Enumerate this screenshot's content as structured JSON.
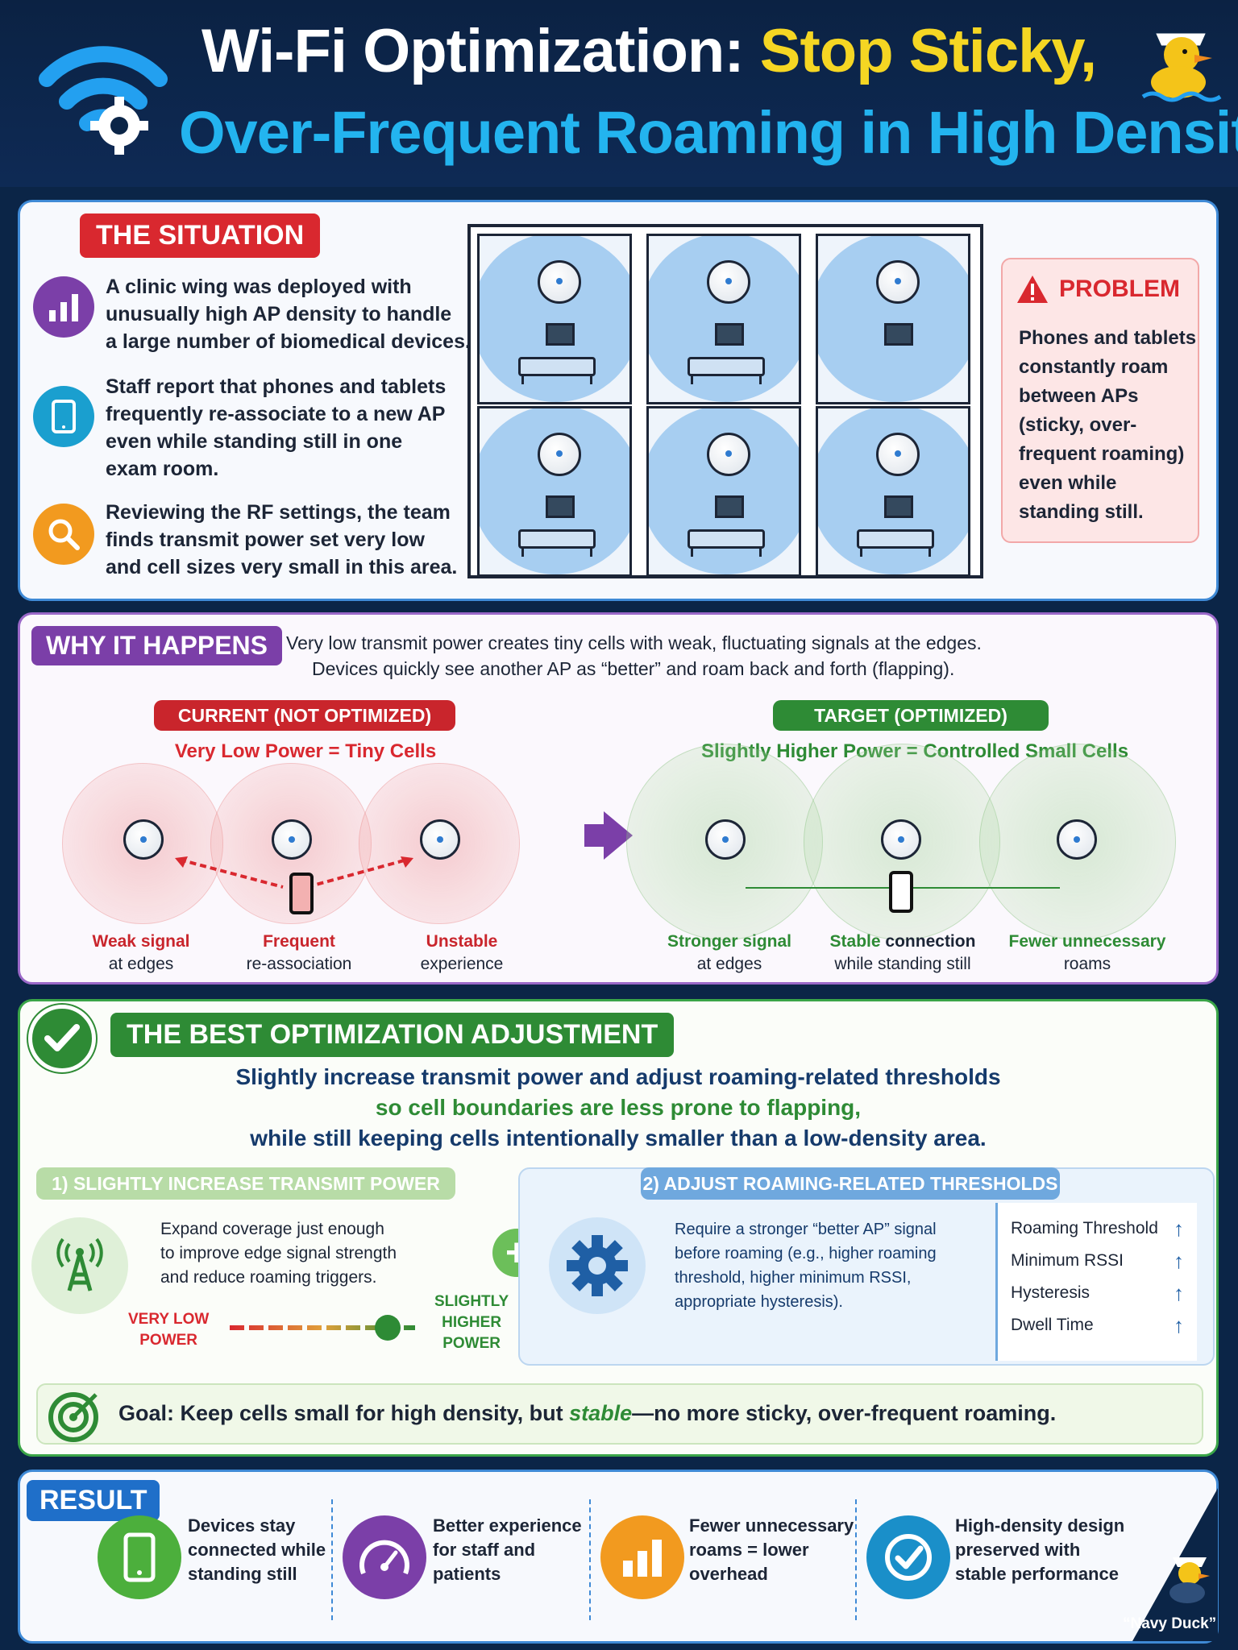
{
  "header": {
    "title_white": "Wi-Fi Optimization:",
    "title_yellow": "Stop Sticky,",
    "subtitle": "Over-Frequent Roaming in High Density"
  },
  "situation": {
    "tag": "THE SITUATION",
    "items": [
      {
        "icon": "bar-chart-icon",
        "text_lines": [
          "A clinic wing was deployed with",
          "unusually high AP density to handle",
          "a large number of biomedical devices."
        ]
      },
      {
        "icon": "tablet-icon",
        "text_lines": [
          "Staff report that phones and tablets",
          "frequently re-associate to a new AP",
          "even while standing still in one",
          "exam room."
        ]
      },
      {
        "icon": "magnifier-icon",
        "text_lines": [
          "Reviewing the RF settings, the team",
          "finds transmit power set very low",
          "and cell sizes very small in this area."
        ]
      }
    ],
    "problem": {
      "title": "PROBLEM",
      "text_lines": [
        "Phones and tablets",
        "constantly roam",
        "between APs",
        "(sticky, over-",
        "frequent roaming)",
        "even while",
        "standing still."
      ]
    }
  },
  "why": {
    "tag": "WHY IT HAPPENS",
    "desc1": "Very low transmit power creates tiny cells with weak, fluctuating signals at the edges.",
    "desc2": "Devices quickly see another AP as “better” and roam back and forth (flapping).",
    "current": {
      "header": "CURRENT (NOT OPTIMIZED)",
      "caption": "Very Low Power = Tiny Cells",
      "labels": [
        {
          "a": "Weak signal",
          "b": "at edges"
        },
        {
          "a": "Frequent",
          "b": "re-association"
        },
        {
          "a": "Unstable",
          "b": "experience"
        }
      ]
    },
    "target": {
      "header": "TARGET (OPTIMIZED)",
      "caption": "Slightly Higher Power = Controlled Small Cells",
      "labels": [
        {
          "a": "Stronger signal",
          "b": "at edges"
        },
        {
          "a": "Stable",
          "b": "connection",
          "c": "while standing still"
        },
        {
          "a": "Fewer unnecessary",
          "b": "roams"
        }
      ]
    }
  },
  "best": {
    "tag": "THE BEST OPTIMIZATION ADJUSTMENT",
    "line1": "Slightly increase transmit power and adjust roaming-related thresholds",
    "line2": "so cell boundaries are less prone to flapping,",
    "line3": "while still keeping cells intentionally smaller than a low-density area.",
    "step1": {
      "header": "1) SLIGHTLY INCREASE TRANSMIT POWER",
      "text_lines": [
        "Expand coverage just enough",
        "to improve edge signal strength",
        "and reduce roaming triggers."
      ],
      "low_label_lines": [
        "VERY LOW",
        "POWER"
      ],
      "high_label_lines": [
        "SLIGHTLY",
        "HIGHER",
        "POWER"
      ],
      "slider_level": 0.85
    },
    "step2": {
      "header": "2) ADJUST ROAMING-RELATED THRESHOLDS",
      "text_lines": [
        "Require a stronger “better AP” signal",
        "before roaming (e.g., higher roaming",
        "threshold, higher minimum RSSI,",
        "appropriate hysteresis)."
      ],
      "thresholds": [
        {
          "label": "Roaming Threshold",
          "arrow": "↑"
        },
        {
          "label": "Minimum RSSI",
          "arrow": "↑"
        },
        {
          "label": "Hysteresis",
          "arrow": "↑"
        },
        {
          "label": "Dwell Time",
          "arrow": "↑"
        }
      ]
    },
    "goal_prefix": "Goal: Keep cells small for high density, but ",
    "goal_em": "stable",
    "goal_suffix": "—no more sticky, over-frequent roaming."
  },
  "result": {
    "tag": "RESULT",
    "items": [
      {
        "icon": "phone-icon",
        "color": "#4caf3c",
        "text_lines": [
          "Devices stay",
          "connected while",
          "standing still"
        ]
      },
      {
        "icon": "speedometer-icon",
        "color": "#7b3fa8",
        "text_lines": [
          "Better experience",
          "for staff and",
          "patients"
        ]
      },
      {
        "icon": "bar-chart-icon",
        "color": "#f29a1f",
        "text_lines": [
          "Fewer unnecessary",
          "roams = lower",
          "overhead"
        ]
      },
      {
        "icon": "check-badge-icon",
        "color": "#1a8fc9",
        "text_lines": [
          "High-density design",
          "preserved with",
          "stable performance"
        ]
      }
    ],
    "mascot": "“Navy Duck”"
  },
  "colors": {
    "navy": "#0b2547",
    "yellow": "#f5d623",
    "cyan": "#23b4ef",
    "red": "#d9282f",
    "purple": "#7b3fa8",
    "green": "#2e8b35",
    "blue": "#1f6fc9"
  }
}
